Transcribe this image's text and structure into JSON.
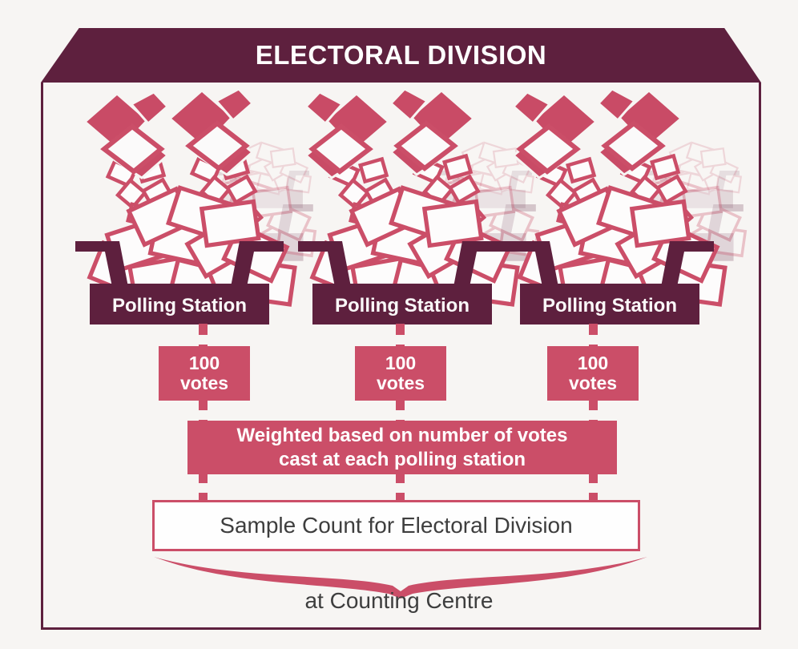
{
  "header": {
    "title": "ELECTORAL DIVISION"
  },
  "stations": [
    {
      "label": "Polling Station",
      "votes_value": "100",
      "votes_unit": "votes"
    },
    {
      "label": "Polling Station",
      "votes_value": "100",
      "votes_unit": "votes"
    },
    {
      "label": "Polling Station",
      "votes_value": "100",
      "votes_unit": "votes"
    }
  ],
  "weighting": {
    "line1": "Weighted based on number of votes",
    "line2": "cast at each polling station"
  },
  "sample_count": {
    "label": "Sample Count for Electoral Division"
  },
  "footer": {
    "label": "at Counting Centre"
  },
  "colors": {
    "maroon": "#5e203e",
    "pink": "#cb4e68",
    "background": "#f7f5f3",
    "text": "#3e3e3e"
  }
}
